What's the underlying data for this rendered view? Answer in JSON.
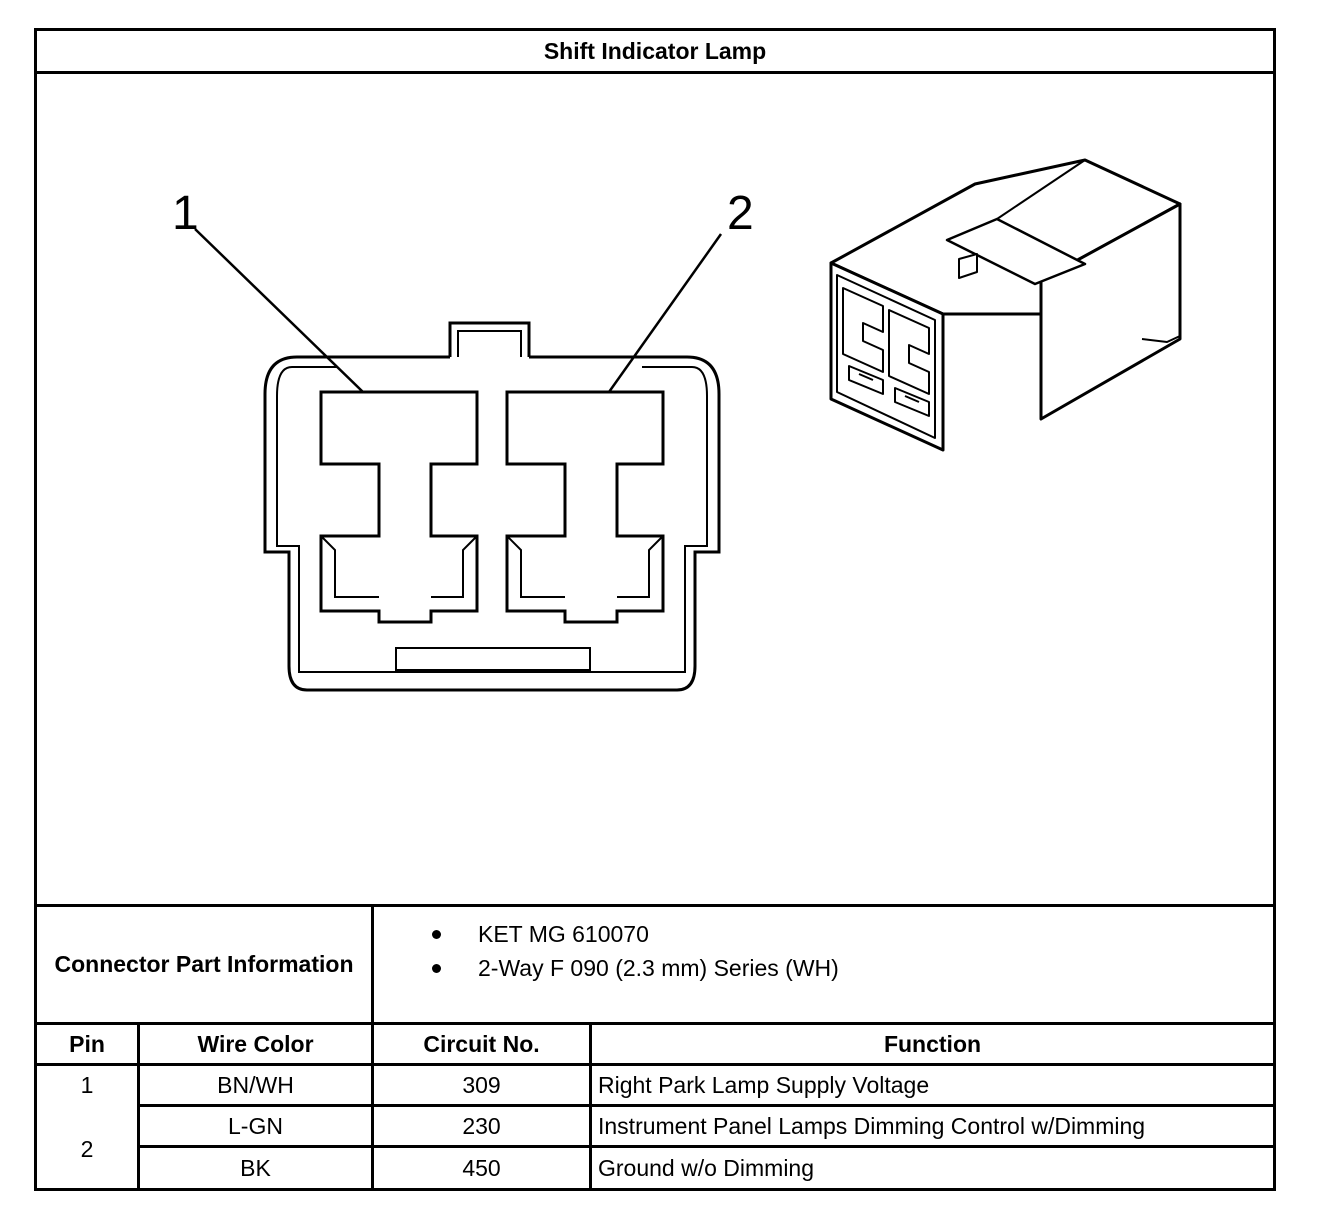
{
  "title": "Shift Indicator Lamp",
  "diagram": {
    "callouts": [
      "1",
      "2"
    ]
  },
  "connector_info": {
    "label": "Connector Part Information",
    "items": [
      "KET MG 610070",
      "2-Way F 090 (2.3 mm) Series (WH)"
    ]
  },
  "table": {
    "headers": [
      "Pin",
      "Wire Color",
      "Circuit No.",
      "Function"
    ],
    "rows": [
      {
        "pin": "1",
        "wire_color": "BN/WH",
        "circuit": "309",
        "function": "Right Park Lamp Supply Voltage"
      },
      {
        "pin": "2",
        "wire_color": "L-GN",
        "circuit": "230",
        "function": "Instrument Panel Lamps Dimming Control w/Dimming"
      },
      {
        "pin": "",
        "wire_color": "BK",
        "circuit": "450",
        "function": "Ground w/o Dimming"
      }
    ]
  }
}
